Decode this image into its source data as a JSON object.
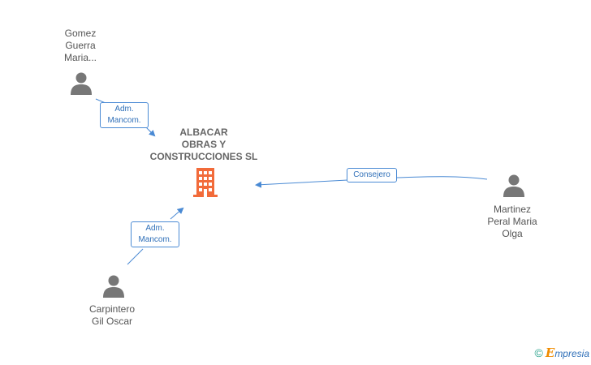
{
  "company": {
    "name_lines": [
      "ALBACAR",
      "OBRAS Y",
      "CONSTRUCCIONES SL"
    ],
    "icon": "building-icon",
    "color": "#f26b3a"
  },
  "persons": [
    {
      "id": "gomez",
      "name_lines": [
        "Gomez",
        "Guerra",
        "Maria..."
      ],
      "icon": "person-icon"
    },
    {
      "id": "martinez",
      "name_lines": [
        "Martinez",
        "Peral Maria",
        "Olga"
      ],
      "icon": "person-icon"
    },
    {
      "id": "carpintero",
      "name_lines": [
        "Carpintero",
        "Gil Oscar"
      ],
      "icon": "person-icon"
    }
  ],
  "relations": [
    {
      "from": "gomez",
      "to": "company",
      "label_lines": [
        "Adm.",
        "Mancom."
      ]
    },
    {
      "from": "martinez",
      "to": "company",
      "label_lines": [
        "Consejero"
      ]
    },
    {
      "from": "carpintero",
      "to": "company",
      "label_lines": [
        "Adm.",
        "Mancom."
      ]
    }
  ],
  "colors": {
    "edge": "#4a8ad4",
    "person": "#777777",
    "company": "#f26b3a"
  },
  "footer": {
    "copyright": "©",
    "brand_initial": "E",
    "brand_rest": "mpresia"
  }
}
